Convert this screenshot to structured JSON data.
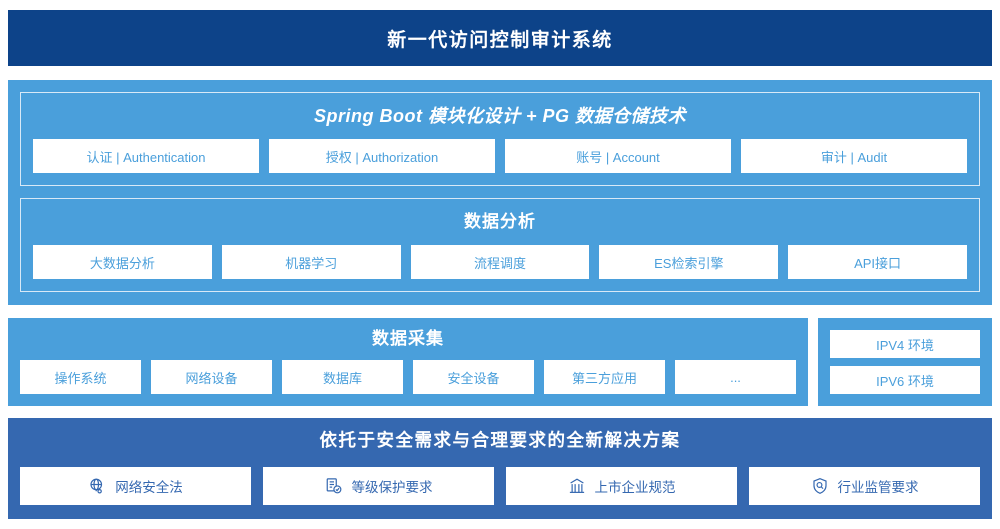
{
  "header": {
    "title": "新一代访问控制审计系统"
  },
  "architecture": {
    "springboot": {
      "title": "Spring Boot 模块化设计 + PG 数据仓储技术",
      "items": [
        {
          "label": "认证 | Authentication"
        },
        {
          "label": "授权 | Authorization"
        },
        {
          "label": "账号 | Account"
        },
        {
          "label": "审计 | Audit"
        }
      ]
    },
    "analysis": {
      "title": "数据分析",
      "items": [
        {
          "label": "大数据分析"
        },
        {
          "label": "机器学习"
        },
        {
          "label": "流程调度"
        },
        {
          "label": "ES检索引擎"
        },
        {
          "label": "API接口"
        }
      ]
    }
  },
  "collection": {
    "title": "数据采集",
    "items": [
      {
        "label": "操作系统"
      },
      {
        "label": "网络设备"
      },
      {
        "label": "数据库"
      },
      {
        "label": "安全设备"
      },
      {
        "label": "第三方应用"
      },
      {
        "label": "..."
      }
    ]
  },
  "ip_environment": {
    "items": [
      {
        "label": "IPV4 环境"
      },
      {
        "label": "IPV6 环境"
      }
    ]
  },
  "compliance": {
    "title": "依托于安全需求与合理要求的全新解决方案",
    "items": [
      {
        "label": "网络安全法",
        "icon": "globe-network-icon"
      },
      {
        "label": "等级保护要求",
        "icon": "document-check-icon"
      },
      {
        "label": "上市企业规范",
        "icon": "bank-building-icon"
      },
      {
        "label": "行业监管要求",
        "icon": "shield-search-icon"
      }
    ]
  },
  "colors": {
    "header_navy": "#0d4389",
    "panel_light_blue": "#4a9fdb",
    "panel_medium_blue": "#3568b0",
    "chip_white": "#ffffff",
    "inner_border": "#d8e9f7"
  }
}
